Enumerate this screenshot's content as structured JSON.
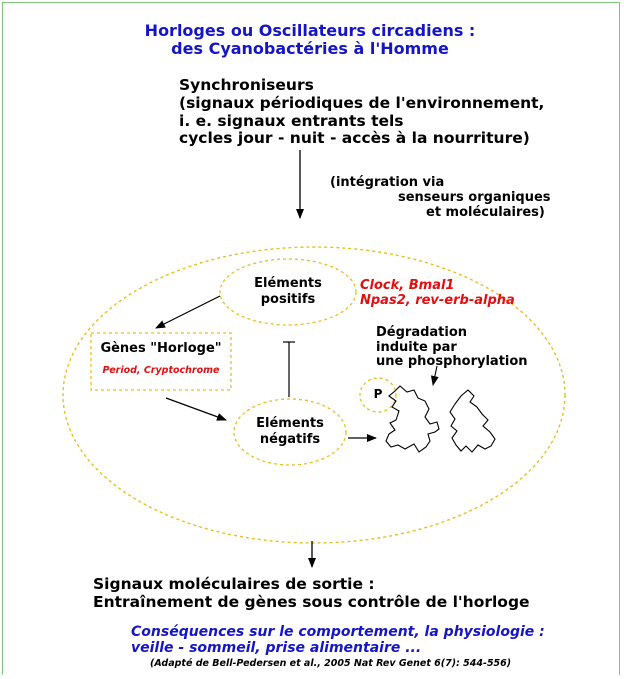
{
  "title": {
    "line1": "Horloges ou Oscillateurs circadiens :",
    "line2": "des Cyanobactéries à l'Homme"
  },
  "synchroniseurs": {
    "line1": "Synchroniseurs",
    "line2": "(signaux périodiques de l'environnement,",
    "line3": "i. e. signaux entrants tels",
    "line4": "cycles jour - nuit - accès à la nourriture)"
  },
  "integration": {
    "line1": "(intégration via",
    "line2": "senseurs organiques",
    "line3": "et moléculaires)"
  },
  "elements_positifs": {
    "line1": "Eléments",
    "line2": "positifs"
  },
  "positive_genes": {
    "line1": "Clock, Bmal1",
    "line2": "Npas2, rev-erb-alpha"
  },
  "genes_horloge": {
    "label": "Gènes \"Horloge\"",
    "genes": "Period, Cryptochrome"
  },
  "elements_negatifs": {
    "line1": "Eléments",
    "line2": "négatifs"
  },
  "degradation": {
    "line1": "Dégradation",
    "line2": "induite par",
    "line3": "une phosphorylation"
  },
  "phospho": {
    "label": "P"
  },
  "sortie": {
    "line1": "Signaux moléculaires de sortie :",
    "line2": "Entraînement de gènes sous contrôle de l'horloge"
  },
  "consequences": {
    "line1": "Conséquences sur le comportement, la physiologie :",
    "line2": "veille - sommeil, prise alimentaire ..."
  },
  "reference": "(Adapté de Bell-Pedersen et al., 2005 Nat Rev Genet 6(7): 544-556)",
  "colors": {
    "title": "#1515c8",
    "accent_red": "#e01010",
    "dotted": "#e6c020",
    "frame": "#7ec87e"
  }
}
